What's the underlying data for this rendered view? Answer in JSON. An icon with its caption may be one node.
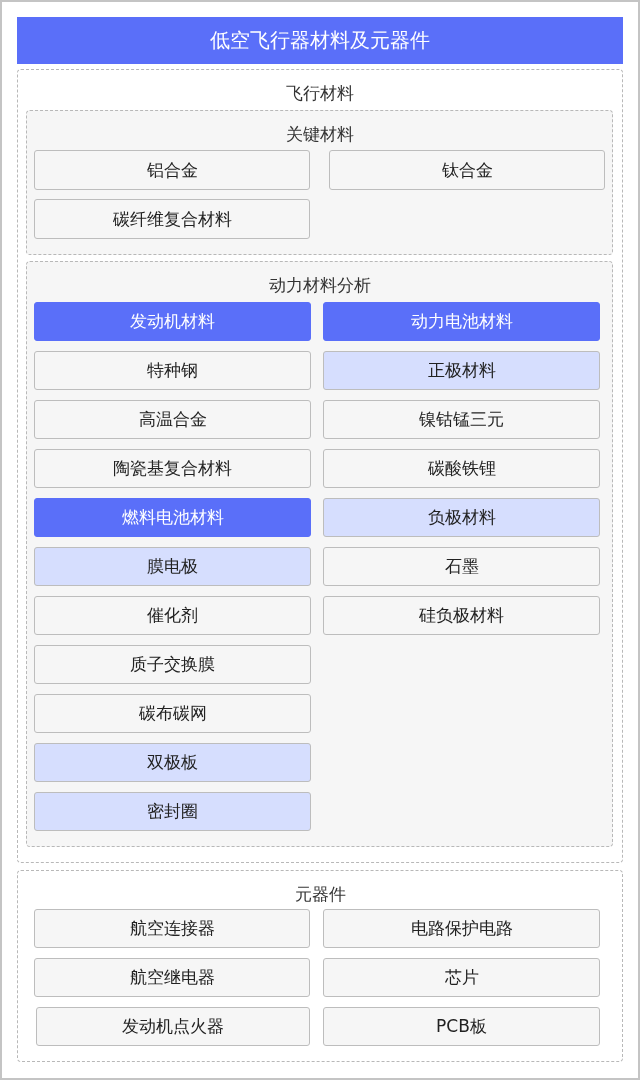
{
  "diagram": {
    "title": "低空飞行器材料及元器件",
    "nodes": [
      {
        "text": [
          "飞行材料"
        ]
      },
      {
        "text": [
          "关键材料"
        ],
        "in": 0
      },
      {
        "text": [
          "铝合金"
        ],
        "in": 1
      },
      {
        "text": [
          "钛合金"
        ],
        "in": 1
      },
      {
        "text": [
          "碳纤维复合材料"
        ],
        "in": 1
      },
      {
        "text": [
          "动力材料分析"
        ],
        "in": 0
      },
      {
        "text": [
          "发动机材料"
        ],
        "in": 5
      },
      {
        "text": [
          "动力电池材料"
        ],
        "in": 5
      },
      {
        "text": [
          "特种钢"
        ],
        "in": 5
      },
      {
        "text": [
          "正极材料"
        ],
        "in": 5
      },
      {
        "text": [
          "高温合金"
        ],
        "in": 5
      },
      {
        "text": [
          "镍钴锰三元"
        ],
        "in": 5
      },
      {
        "text": [
          "陶瓷基复合材料"
        ],
        "in": 5
      },
      {
        "text": [
          "碳酸铁锂"
        ],
        "in": 5
      },
      {
        "text": [
          "燃料电池材料"
        ],
        "in": 5
      },
      {
        "text": [
          "负极材料"
        ],
        "in": 5
      },
      {
        "text": [
          "膜电极"
        ],
        "in": 5
      },
      {
        "text": [
          "石墨"
        ],
        "in": 5
      },
      {
        "text": [
          "催化剂"
        ],
        "in": 5
      },
      {
        "text": [
          "硅负极材料"
        ],
        "in": 5
      },
      {
        "text": [
          "质子交换膜"
        ],
        "in": 5
      },
      {
        "text": [
          "碳布碳网"
        ],
        "in": 5
      },
      {
        "text": [
          "双极板"
        ],
        "in": 5
      },
      {
        "text": [
          "密封圈"
        ],
        "in": 5
      },
      {
        "text": [
          "元器件"
        ]
      },
      {
        "text": [
          "航空连接器"
        ],
        "in": 24
      },
      {
        "text": [
          "电路保护电路"
        ],
        "in": 24
      },
      {
        "text": [
          "航空继电器"
        ],
        "in": 24
      },
      {
        "text": [
          "芯片"
        ],
        "in": 24
      },
      {
        "text": [
          "发动机点火器"
        ],
        "in": 24
      },
      {
        "text": [
          "PCB板"
        ],
        "in": 24
      }
    ]
  }
}
